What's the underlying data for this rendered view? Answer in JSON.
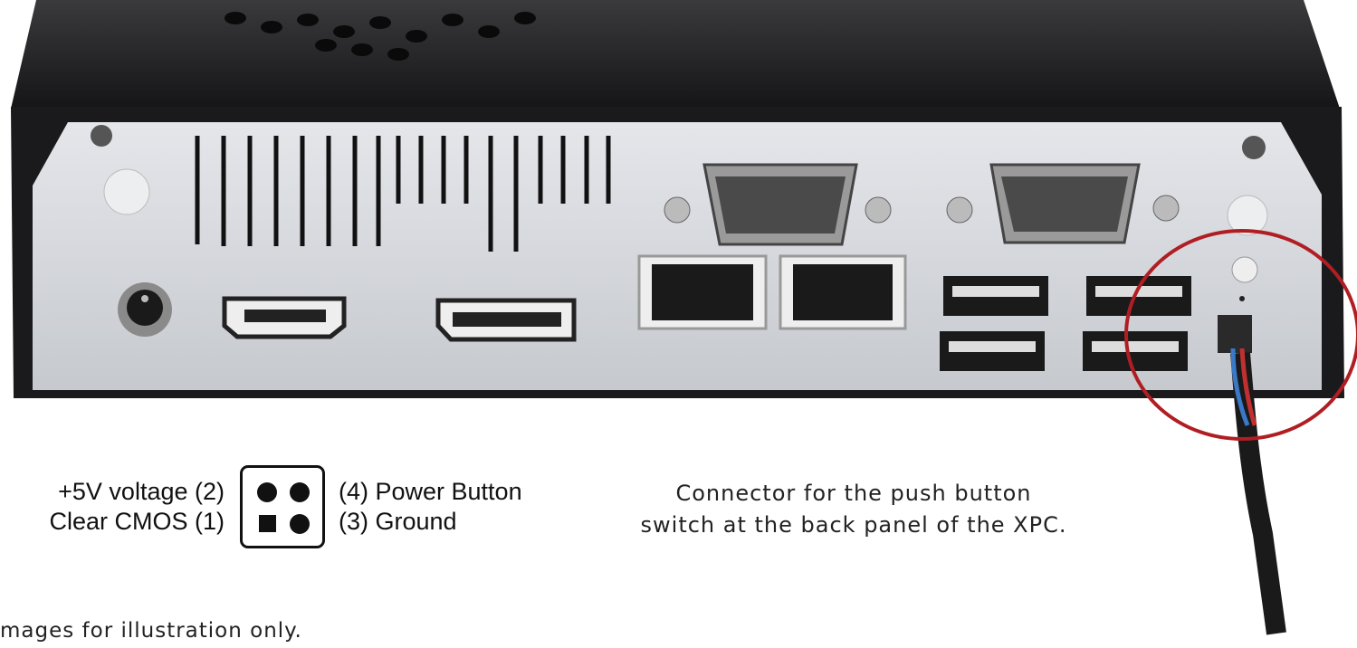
{
  "pin_diagram": {
    "left_labels": [
      "+5V voltage (2)",
      "Clear CMOS (1)"
    ],
    "right_labels": [
      "(4) Power Button",
      "(3) Ground"
    ],
    "pins": [
      {
        "number": 2,
        "shape": "circle"
      },
      {
        "number": 4,
        "shape": "circle"
      },
      {
        "number": 1,
        "shape": "square"
      },
      {
        "number": 3,
        "shape": "circle"
      }
    ]
  },
  "caption": {
    "line1": "Connector for the push button",
    "line2": "switch at the back panel of the XPC."
  },
  "footnote": "mages for illustration only.",
  "highlight": {
    "color": "#b01e23",
    "target": "push-button-connector"
  },
  "device": {
    "chassis_color": "#1c1c1e",
    "panel_color": "#d4d6da",
    "ports": [
      "dc-power-jack",
      "hdmi-port",
      "displayport",
      "serial-port",
      "serial-port",
      "ethernet-port",
      "ethernet-port",
      "usb-port",
      "usb-port",
      "usb-port",
      "usb-port",
      "push-button-connector"
    ]
  }
}
